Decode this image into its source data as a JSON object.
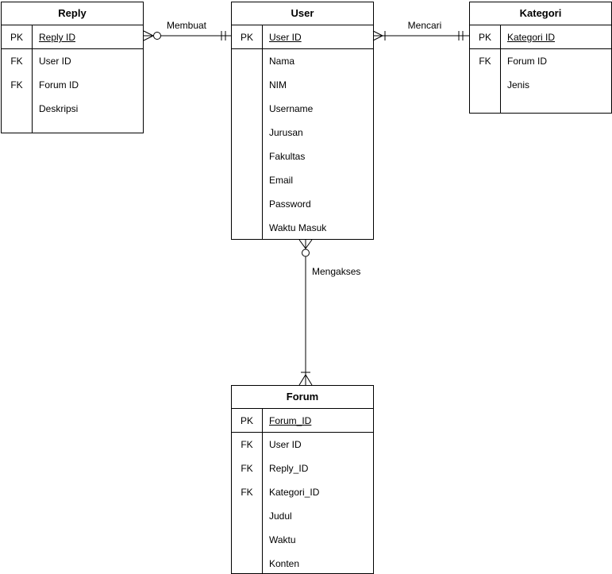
{
  "entities": [
    {
      "name": "Reply",
      "pk": {
        "key": "PK",
        "label": "Reply ID"
      },
      "rows": [
        {
          "key": "FK",
          "label": "User ID"
        },
        {
          "key": "FK",
          "label": "Forum ID"
        },
        {
          "key": "",
          "label": "Deskripsi"
        }
      ]
    },
    {
      "name": "User",
      "pk": {
        "key": "PK",
        "label": "User ID"
      },
      "rows": [
        {
          "key": "",
          "label": "Nama"
        },
        {
          "key": "",
          "label": "NIM"
        },
        {
          "key": "",
          "label": "Username"
        },
        {
          "key": "",
          "label": "Jurusan"
        },
        {
          "key": "",
          "label": "Fakultas"
        },
        {
          "key": "",
          "label": "Email"
        },
        {
          "key": "",
          "label": "Password"
        },
        {
          "key": "",
          "label": "Waktu Masuk"
        }
      ]
    },
    {
      "name": "Kategori",
      "pk": {
        "key": "PK",
        "label": "Kategori ID"
      },
      "rows": [
        {
          "key": "FK",
          "label": "Forum ID"
        },
        {
          "key": "",
          "label": "Jenis"
        }
      ]
    },
    {
      "name": "Forum",
      "pk": {
        "key": "PK",
        "label": "Forum_ID"
      },
      "rows": [
        {
          "key": "FK",
          "label": "User ID"
        },
        {
          "key": "FK",
          "label": "Reply_ID"
        },
        {
          "key": "FK",
          "label": "Kategori_ID"
        },
        {
          "key": "",
          "label": "Judul"
        },
        {
          "key": "",
          "label": "Waktu"
        },
        {
          "key": "",
          "label": "Konten"
        }
      ]
    }
  ],
  "relationships": [
    {
      "label": "Membuat",
      "from": "Reply",
      "to": "User",
      "from_cardinality": "zero-or-many",
      "to_cardinality": "one-and-only-one"
    },
    {
      "label": "Mencari",
      "from": "User",
      "to": "Kategori",
      "from_cardinality": "one-or-many",
      "to_cardinality": "one-and-only-one"
    },
    {
      "label": "Mengakses",
      "from": "User",
      "to": "Forum",
      "from_cardinality": "zero-or-many",
      "to_cardinality": "one-or-many"
    }
  ],
  "colors": {
    "line": "#000000",
    "text": "#000000",
    "background": "#ffffff"
  }
}
